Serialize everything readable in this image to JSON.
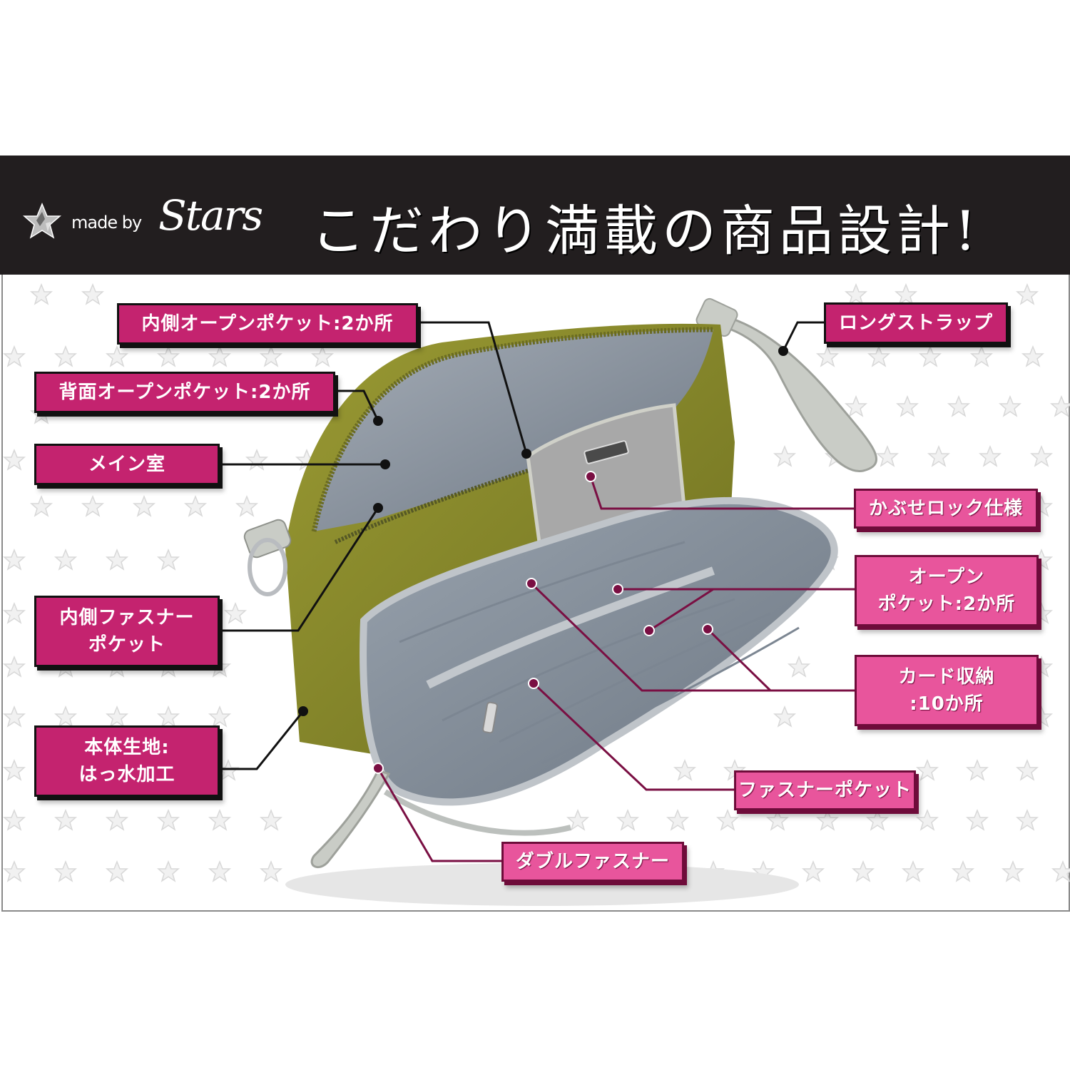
{
  "header": {
    "logo_prefix": "made by",
    "logo_brand": "Stars",
    "title": "こだわり満載の商品設計!"
  },
  "colors": {
    "header_bg": "#221e1f",
    "label_dark": "#c4236f",
    "label_light": "#e8559c",
    "label_border_dark": "#111111",
    "label_border_light": "#6e0c3a",
    "bag_body": "#8a8a2a",
    "bag_lining": "#8e99a4",
    "strap": "#c9ccc6"
  },
  "labels": {
    "inner_open_pocket": "内側オープンポケット:2か所",
    "back_open_pocket": "背面オープンポケット:2か所",
    "main_compartment": "メイン室",
    "inner_zip_pocket_line1": "内側ファスナー",
    "inner_zip_pocket_line2": "ポケット",
    "body_fabric_line1": "本体生地:",
    "body_fabric_line2": "はっ水加工",
    "long_strap": "ロングストラップ",
    "flap_lock": "かぶせロック仕様",
    "open_pocket_line1": "オープン",
    "open_pocket_line2": "ポケット:2か所",
    "card_storage_line1": "カード収納",
    "card_storage_line2": ":10か所",
    "zip_pocket": "ファスナーポケット",
    "double_zip": "ダブルファスナー"
  }
}
